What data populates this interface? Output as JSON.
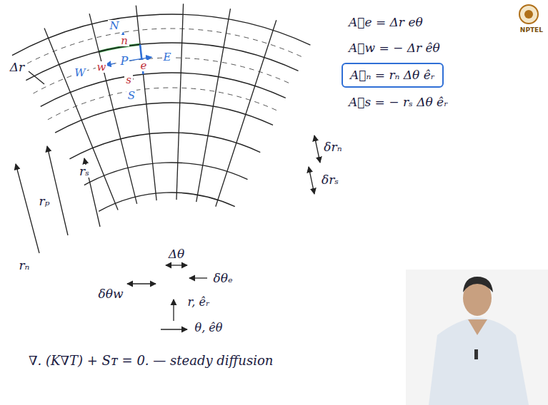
{
  "diagram": {
    "nodes": [
      {
        "text": [
          "A⃗ₙ = rₙ Δθ êᵣ"
        ]
      }
    ],
    "labels": [
      "N",
      "n",
      "P",
      "e",
      "E",
      "w",
      "W",
      "s",
      "S",
      "Δr",
      "δrₙ",
      "δrₛ",
      "rₚ",
      "rₛ",
      "rₙ",
      "Δθ",
      "δθₑ",
      "δθw",
      "r, êᵣ",
      "θ, êθ",
      "A⃗e = Δr eθ",
      "A⃗w = − Δr êθ",
      "A⃗s = − rₛ Δθ êᵣ",
      "∇. (K∇T) + Sᴛ = 0. — steady diffusion",
      "NPTEL"
    ]
  }
}
